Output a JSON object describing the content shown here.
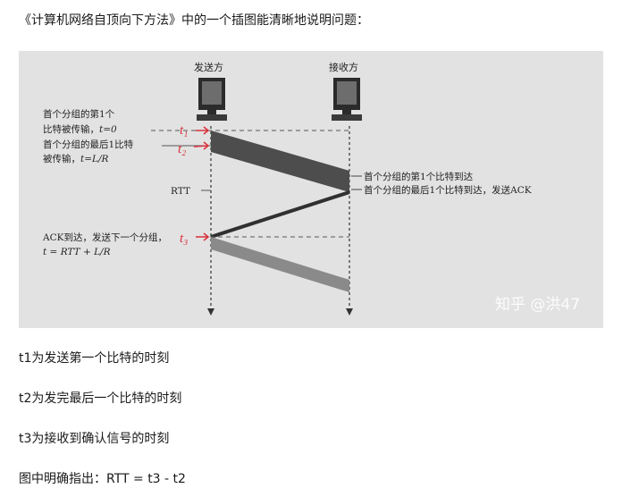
{
  "intro": "《计算机网络自顶向下方法》中的一个插图能清晰地说明问题：",
  "figure": {
    "sender_label": "发送方",
    "receiver_label": "接收方",
    "left_annotations": {
      "first_bit_line1": "首个分组的第1个",
      "first_bit_line2": "比特被传输，",
      "first_bit_time": "t=0",
      "last_bit_line1": "首个分组的最后1比特",
      "last_bit_line2": "被传输，",
      "last_bit_time": "t=L/R",
      "rtt": "RTT",
      "ack_line1": "ACK到达，发送下一个分组，",
      "ack_line2": "t = RTT + L/R"
    },
    "right_annotations": {
      "first_bit_arrive": "首个分组的第1个比特到达",
      "last_bit_arrive": "首个分组的最后1个比特到达，发送ACK"
    },
    "handwritten": {
      "t1": "t₁",
      "t2": "t₂",
      "t3": "t₃"
    },
    "watermark": "知乎 @洪47"
  },
  "paragraphs": {
    "p1": "t1为发送第一个比特的时刻",
    "p2": "t2为发完最后一个比特的时刻",
    "p3": "t3为接收到确认信号的时刻",
    "p4": "图中明确指出：RTT = t3 - t2"
  },
  "colors": {
    "handwriting": "#d9303a",
    "figure_bg": "#e2e2e2",
    "packet_band": "#4d4d4d"
  }
}
